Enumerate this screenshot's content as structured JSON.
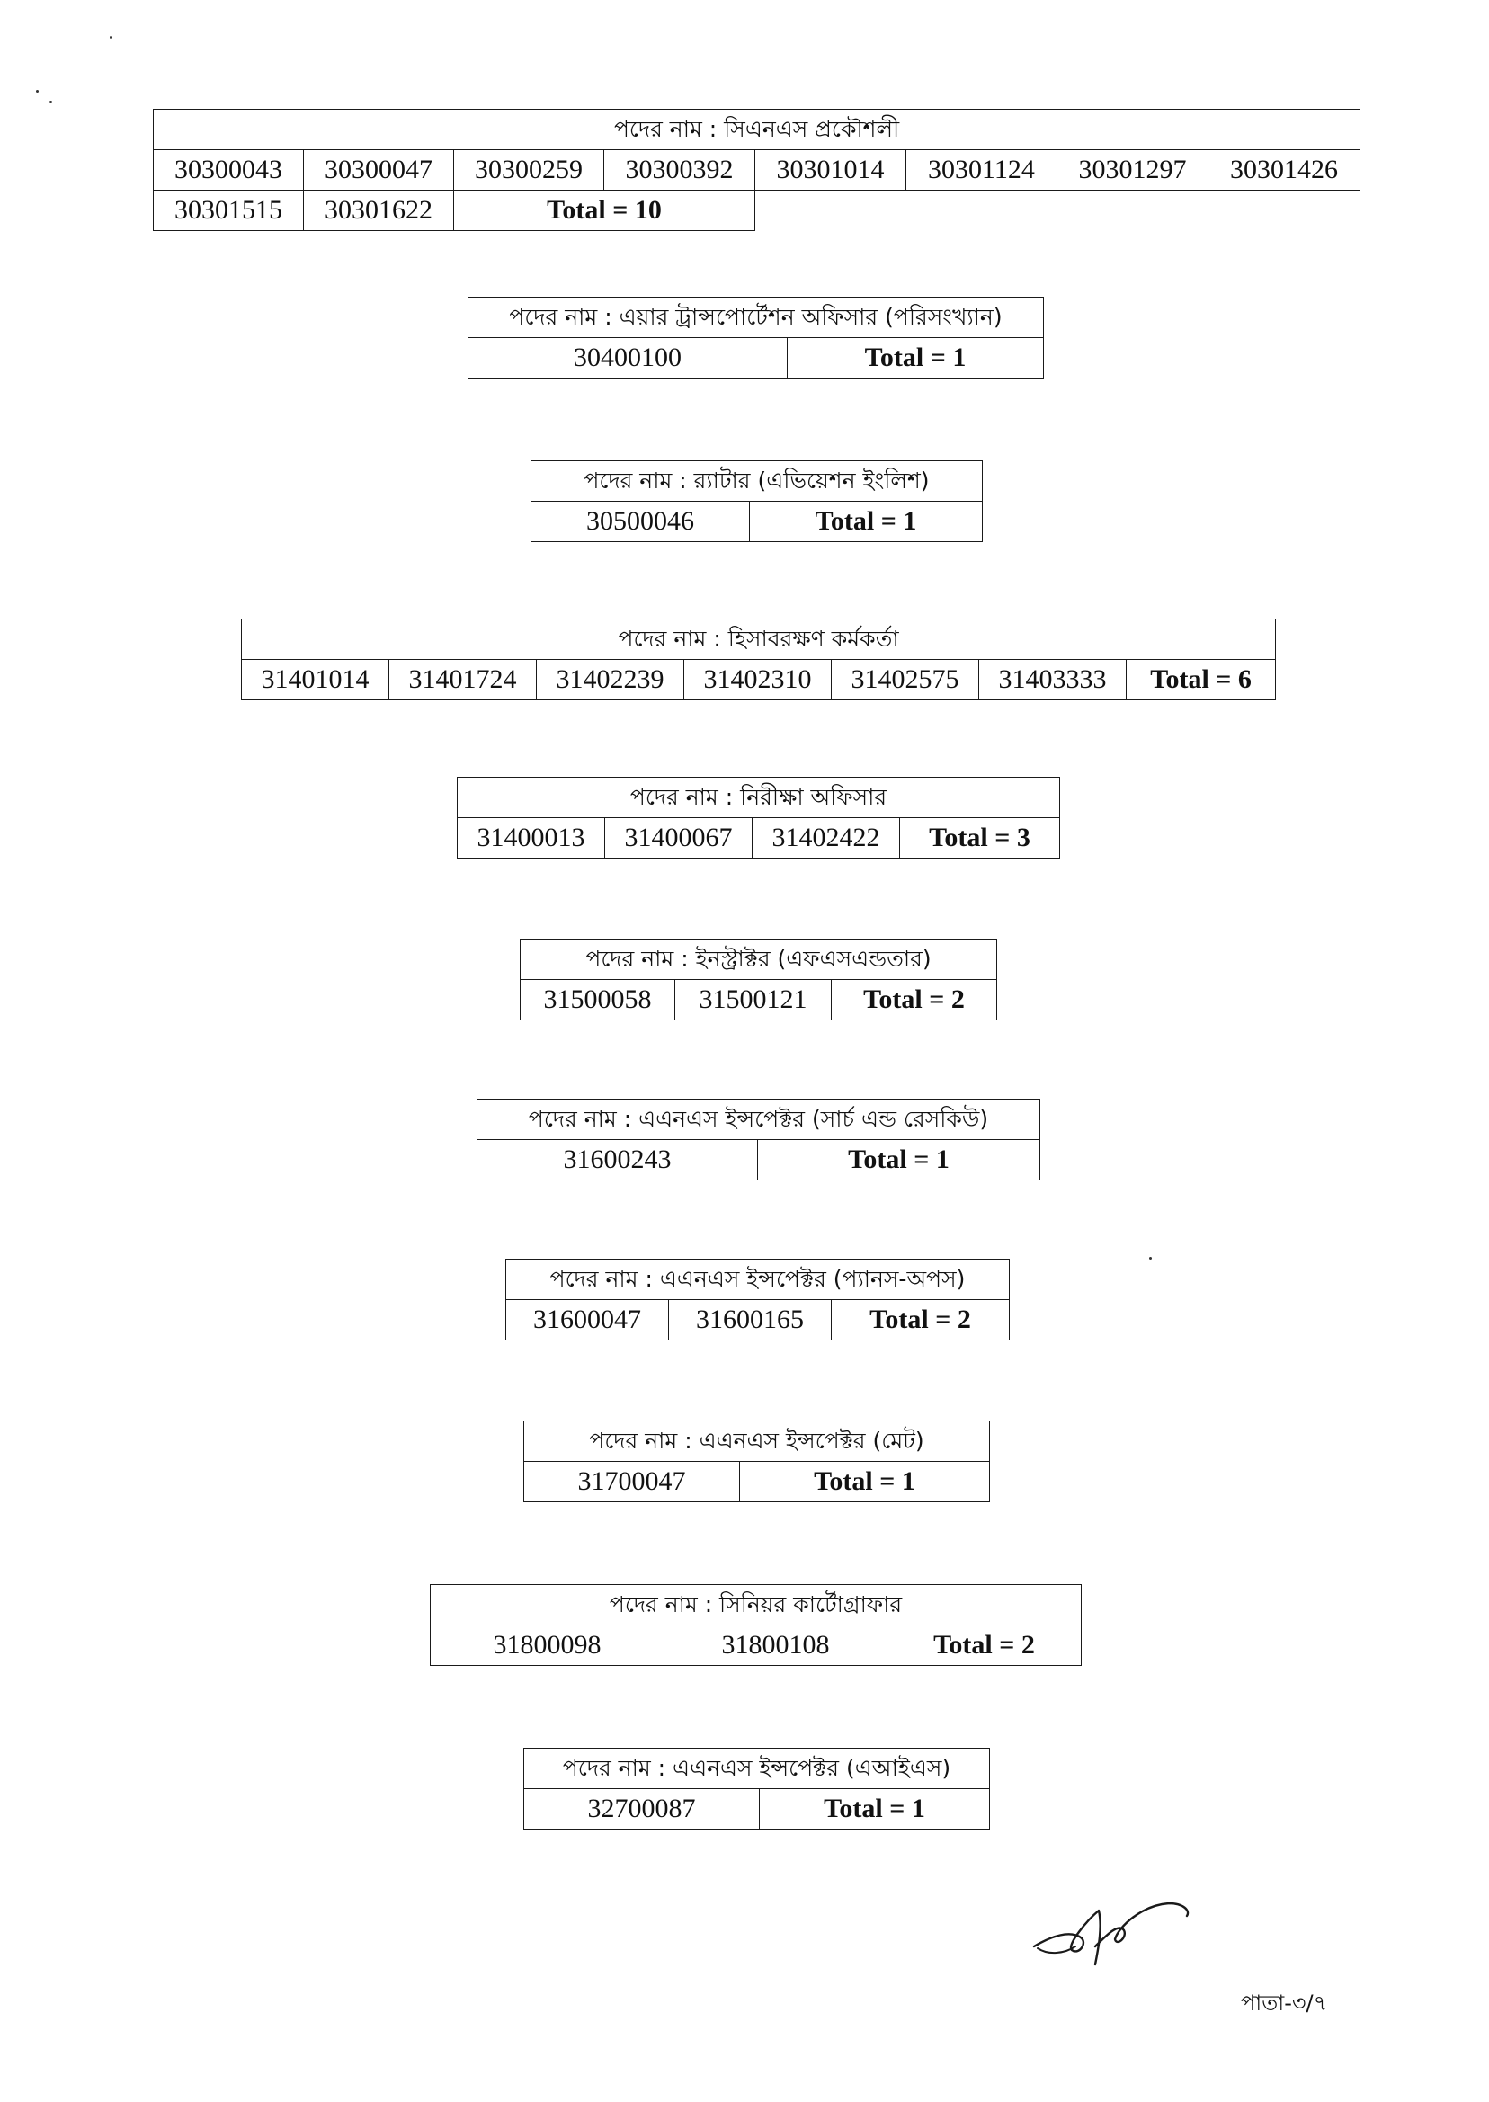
{
  "tables": [
    {
      "header": "পদের নাম : সিএনএস প্রকৌশলী",
      "rows": [
        [
          "30300043",
          "30300047",
          "30300259",
          "30300392",
          "30301014",
          "30301124",
          "30301297",
          "30301426"
        ],
        [
          "30301515",
          "30301622"
        ]
      ],
      "total": "Total = 10"
    },
    {
      "header": "পদের নাম : এয়ার ট্রান্সপোর্টেশন অফিসার (পরিসংখ্যান)",
      "rows": [
        [
          "30400100"
        ]
      ],
      "total": "Total = 1"
    },
    {
      "header": "পদের নাম : র‍্যাটার (এভিয়েশন ইংলিশ)",
      "rows": [
        [
          "30500046"
        ]
      ],
      "total": "Total = 1"
    },
    {
      "header": "পদের নাম : হিসাবরক্ষণ কর্মকর্তা",
      "rows": [
        [
          "31401014",
          "31401724",
          "31402239",
          "31402310",
          "31402575",
          "31403333"
        ]
      ],
      "total": "Total = 6"
    },
    {
      "header": "পদের নাম : নিরীক্ষা অফিসার",
      "rows": [
        [
          "31400013",
          "31400067",
          "31402422"
        ]
      ],
      "total": "Total = 3"
    },
    {
      "header": "পদের নাম : ইনস্ট্রাক্টর (এফএসএন্ডতার)",
      "rows": [
        [
          "31500058",
          "31500121"
        ]
      ],
      "total": "Total = 2"
    },
    {
      "header": "পদের নাম : এএনএস ইন্সপেক্টর (সার্চ এন্ড রেসকিউ)",
      "rows": [
        [
          "31600243"
        ]
      ],
      "total": "Total = 1"
    },
    {
      "header": "পদের নাম : এএনএস ইন্সপেক্টর (প্যানস-অপস)",
      "rows": [
        [
          "31600047",
          "31600165"
        ]
      ],
      "total": "Total = 2"
    },
    {
      "header": "পদের নাম : এএনএস ইন্সপেক্টর (মেট)",
      "rows": [
        [
          "31700047"
        ]
      ],
      "total": "Total = 1"
    },
    {
      "header": "পদের নাম : সিনিয়র কার্টোগ্রাফার",
      "rows": [
        [
          "31800098",
          "31800108"
        ]
      ],
      "total": "Total = 2"
    },
    {
      "header": "পদের নাম : এএনএস ইন্সপেক্টর (এআইএস)",
      "rows": [
        [
          "32700087"
        ]
      ],
      "total": "Total = 1"
    }
  ],
  "footer": {
    "page_number": "পাতা-৩/৭"
  }
}
